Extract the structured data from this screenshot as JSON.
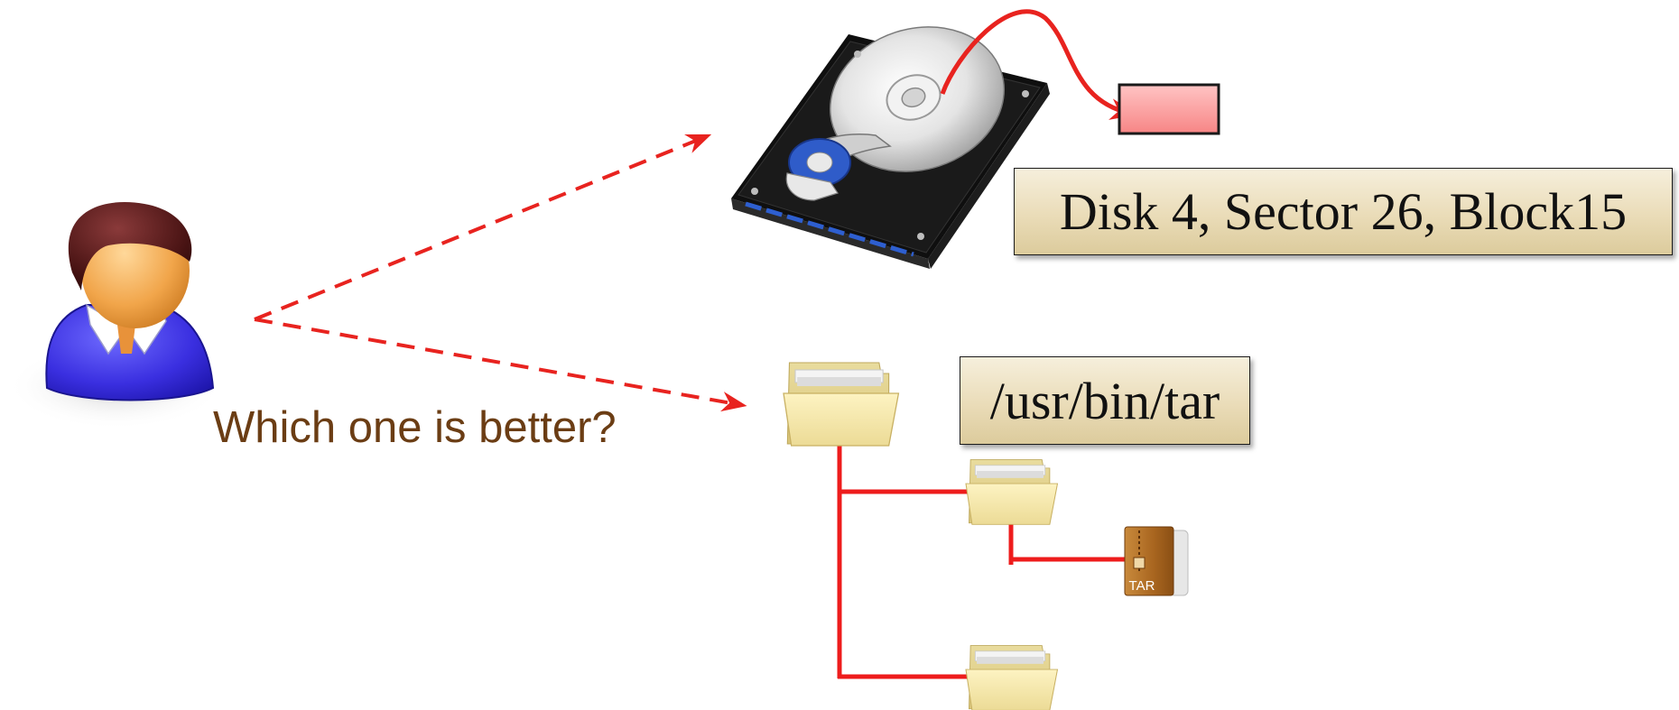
{
  "question_text": "Which one is better?",
  "disk_address_label": "Disk 4, Sector 26, Block15",
  "file_path_label": "/usr/bin/tar",
  "tar_icon_text": "TAR",
  "icons": {
    "user": "user-icon",
    "disk": "hard-disk-icon",
    "block": "disk-block-icon",
    "folder": "folder-icon",
    "archive": "tar-archive-icon"
  },
  "colors": {
    "arrow": "#e8231f",
    "tree_line": "#ee1c1c",
    "block_fill": "#fa9c9c",
    "label_box": "#e6d6ad",
    "question_text": "#6b3d14"
  }
}
